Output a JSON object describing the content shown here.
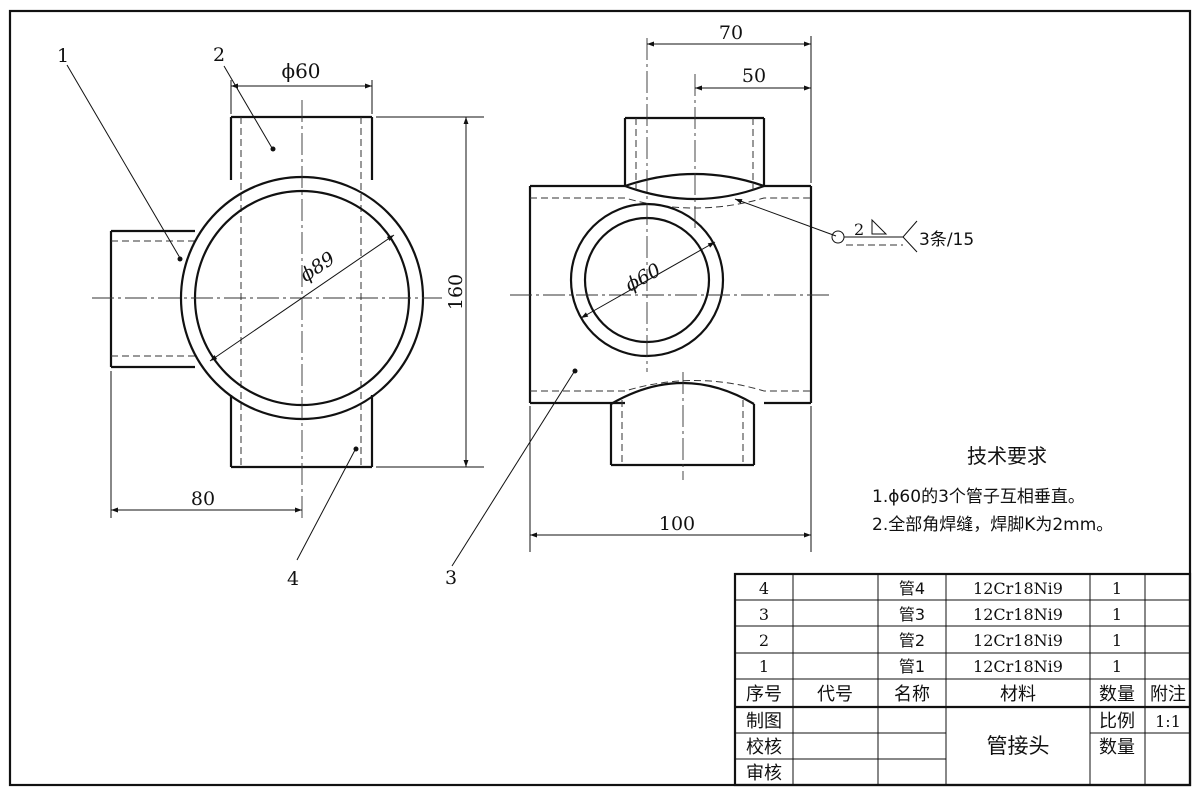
{
  "dimensions": {
    "d1": "70",
    "d2": "50",
    "d3": "160",
    "d4": "80",
    "d5": "100",
    "phi60_top": "ϕ60",
    "phi89": "ϕ89",
    "phi60_right": "ϕ60"
  },
  "leaders": {
    "l1": "1",
    "l2": "2",
    "l3": "3",
    "l4": "4"
  },
  "weld": {
    "k": "2",
    "spec": "3条/15"
  },
  "requirements": {
    "title": "技术要求",
    "line1": "1.ϕ60的3个管子互相垂直。",
    "line2": "2.全部角焊缝，焊脚K为2mm。"
  },
  "bom": {
    "rows": [
      {
        "no": "4",
        "code": "",
        "name": "管4",
        "material": "12Cr18Ni9",
        "qty": "1",
        "note": ""
      },
      {
        "no": "3",
        "code": "",
        "name": "管3",
        "material": "12Cr18Ni9",
        "qty": "1",
        "note": ""
      },
      {
        "no": "2",
        "code": "",
        "name": "管2",
        "material": "12Cr18Ni9",
        "qty": "1",
        "note": ""
      },
      {
        "no": "1",
        "code": "",
        "name": "管1",
        "material": "12Cr18Ni9",
        "qty": "1",
        "note": ""
      }
    ],
    "header": {
      "no": "序号",
      "code": "代号",
      "name": "名称",
      "material": "材料",
      "qty": "数量",
      "note": "附注"
    }
  },
  "title_block": {
    "drawn": "制图",
    "checked": "校核",
    "approved": "审核",
    "part_name": "管接头",
    "scale_label": "比例",
    "scale_value": "1:1",
    "qty_label": "数量"
  }
}
